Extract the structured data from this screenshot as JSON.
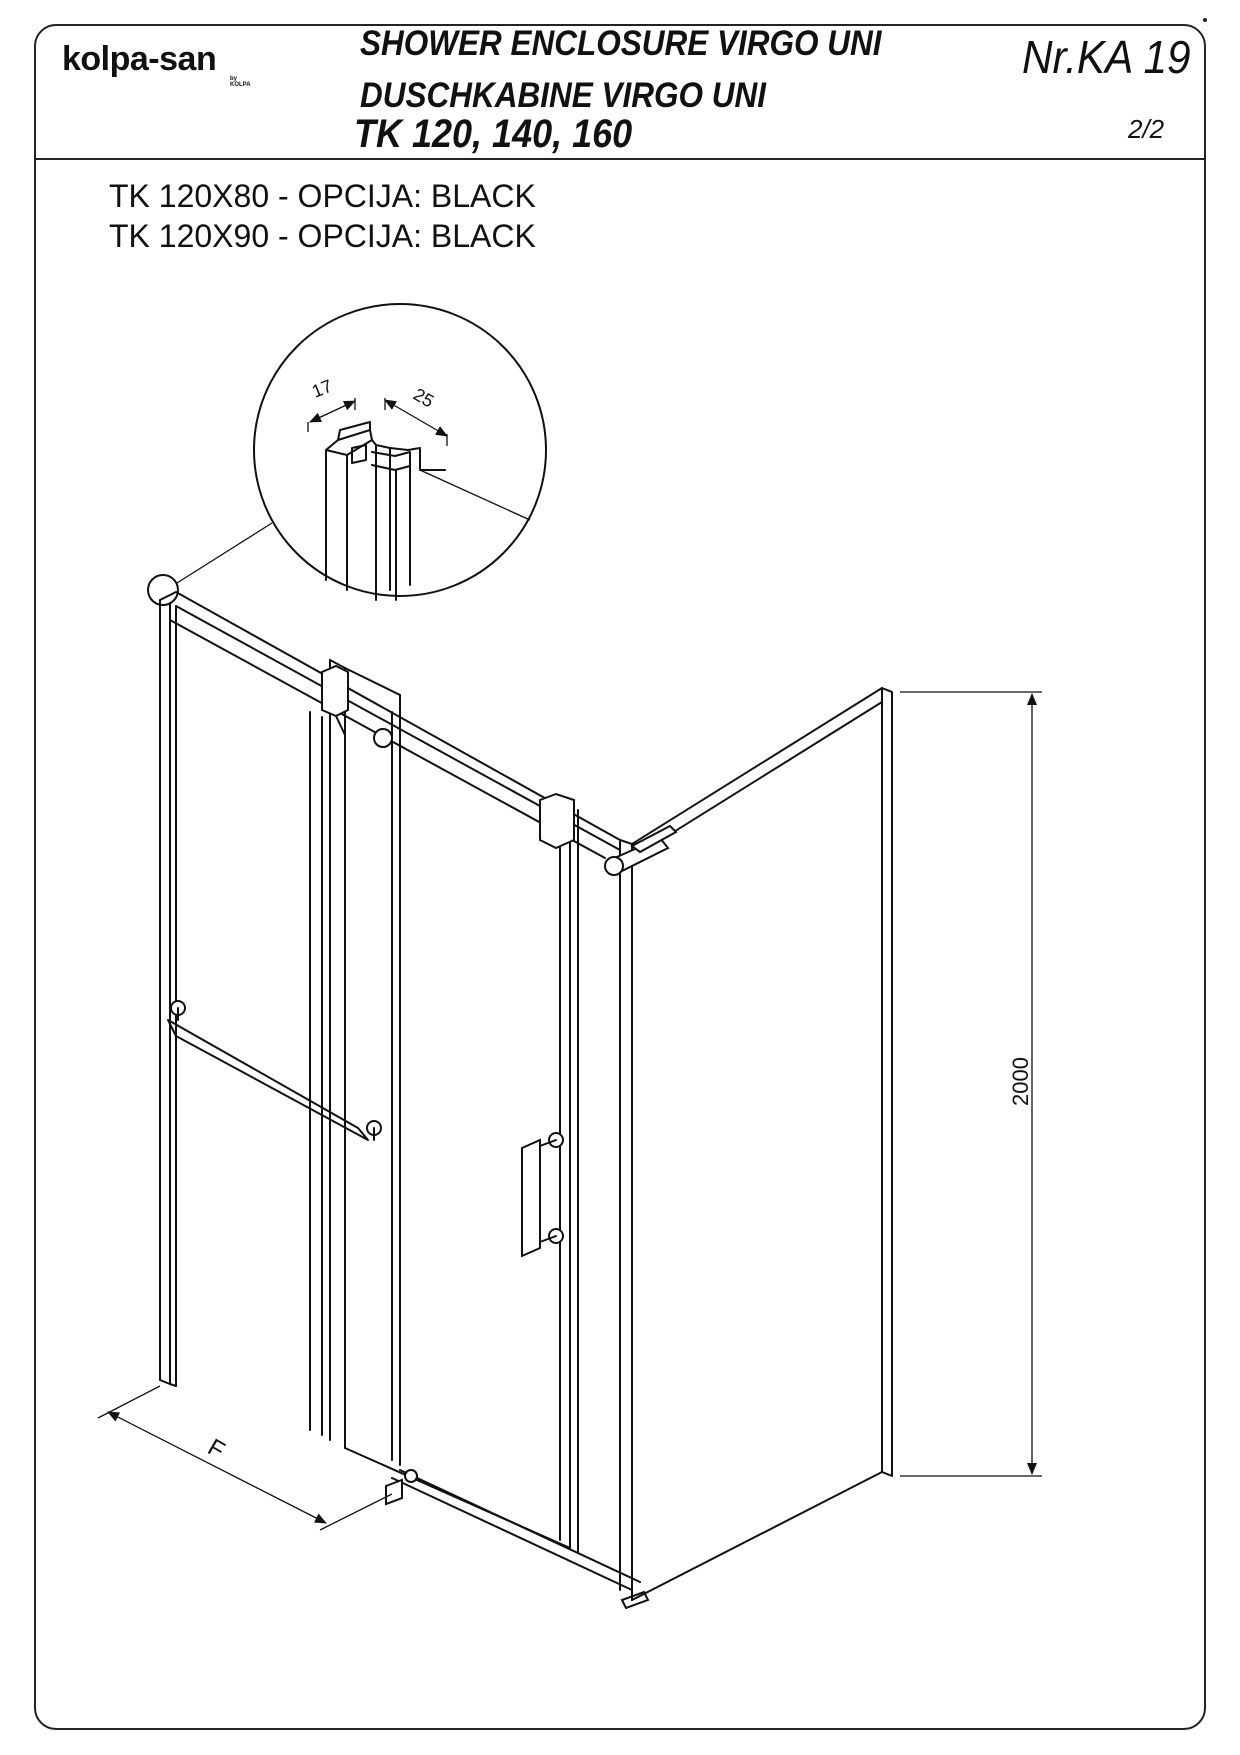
{
  "header": {
    "brand": "kolpa-san",
    "brand_sub": "by KOLPA",
    "title_en": "SHOWER ENCLOSURE VIRGO UNI",
    "title_de": "DUSCHKABINE  VIRGO UNI",
    "models": "TK 120, 140, 160",
    "doc_number": "Nr.KA 19",
    "sheet": "2/2"
  },
  "variants": [
    "TK 120X80 - OPCIJA: BLACK",
    "TK 120X90 - OPCIJA: BLACK"
  ],
  "drawing": {
    "profile_dim_left": "17",
    "profile_dim_right": "25",
    "height_dim": "2000",
    "width_dim": "F"
  },
  "colors": {
    "line": "#111111",
    "background": "#ffffff"
  }
}
